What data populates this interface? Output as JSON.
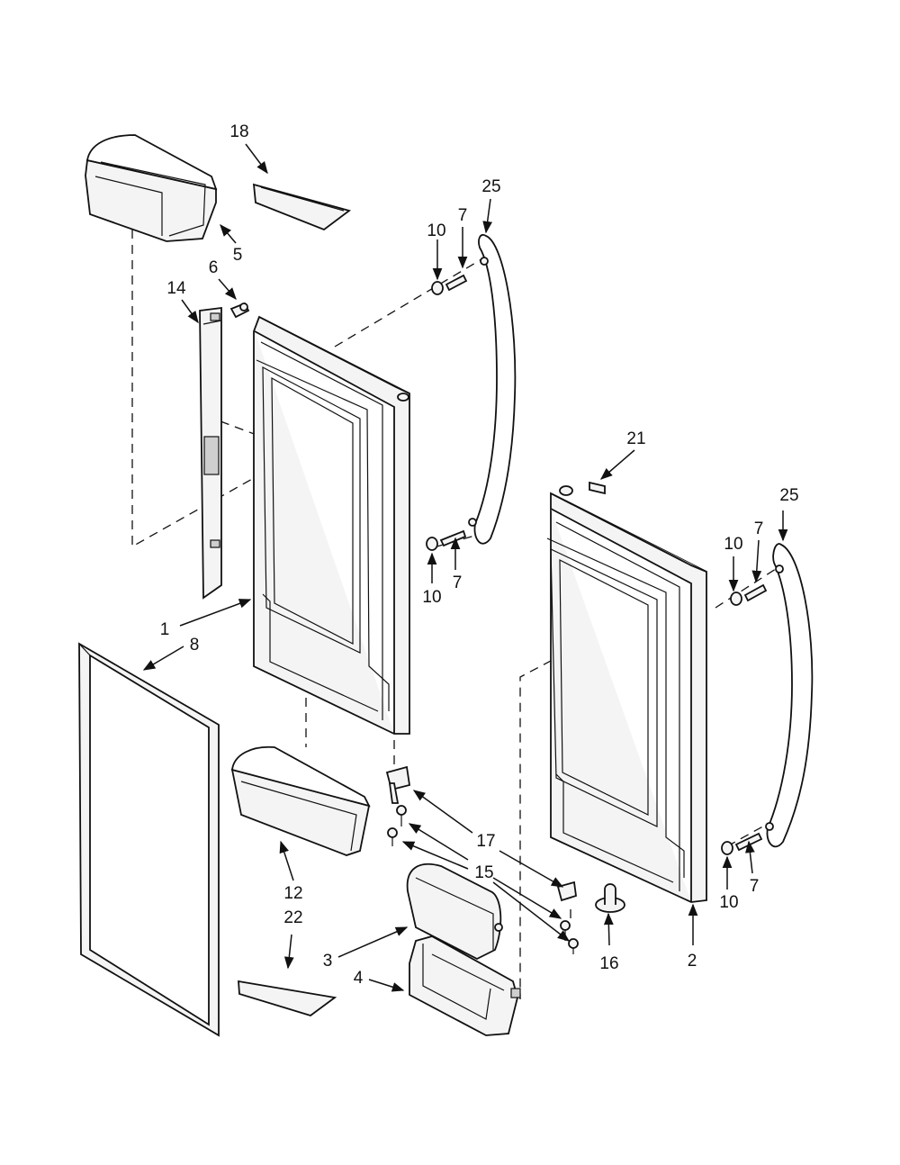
{
  "callouts": {
    "c1": "1",
    "c2": "2",
    "c3": "3",
    "c4": "4",
    "c5": "5",
    "c6": "6",
    "c7a": "7",
    "c7b": "7",
    "c7c": "7",
    "c7d": "7",
    "c8": "8",
    "c10a": "10",
    "c10b": "10",
    "c10c": "10",
    "c10d": "10",
    "c12": "12",
    "c14": "14",
    "c15": "15",
    "c16": "16",
    "c17": "17",
    "c18": "18",
    "c21": "21",
    "c22": "22",
    "c25a": "25",
    "c25b": "25"
  }
}
